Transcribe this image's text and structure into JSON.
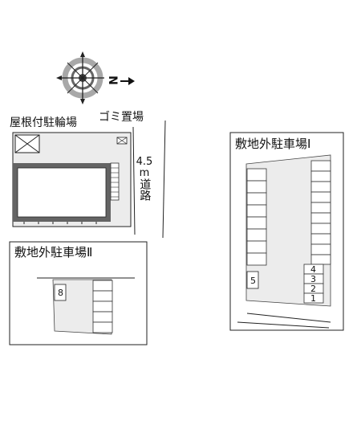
{
  "compass": {
    "north_label": "N"
  },
  "site": {
    "covered_bike_parking": "屋根付駐輪場",
    "garbage_area": "ゴミ置場",
    "road_width": "4.5",
    "road_unit": "m",
    "road_label": "道路"
  },
  "offsite_parking_1": {
    "title": "敷地外駐車場Ⅰ",
    "space_numbers": [
      "1",
      "2",
      "3",
      "4",
      "5"
    ]
  },
  "offsite_parking_2": {
    "title": "敷地外駐車場Ⅱ",
    "space_number": "8"
  }
}
